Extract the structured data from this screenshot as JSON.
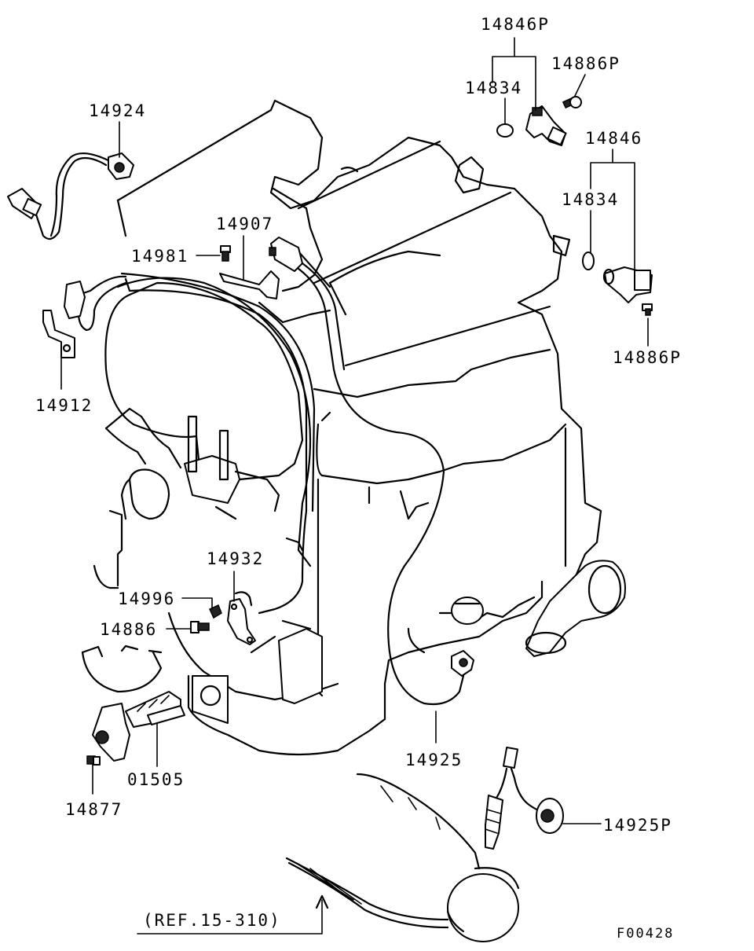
{
  "labels": {
    "p14846P": "14846P",
    "p14886P_top": "14886P",
    "p14834_top": "14834",
    "p14924": "14924",
    "p14846": "14846",
    "p14834_right": "14834",
    "p14907": "14907",
    "p14981": "14981",
    "p14886P_right": "14886P",
    "p14912": "14912",
    "p14932": "14932",
    "p14996": "14996",
    "p14886": "14886",
    "p14925": "14925",
    "p01505": "01505",
    "p14877": "14877",
    "p14925P": "14925P",
    "ref": "(REF.15-310)",
    "figure_code": "F00428"
  }
}
